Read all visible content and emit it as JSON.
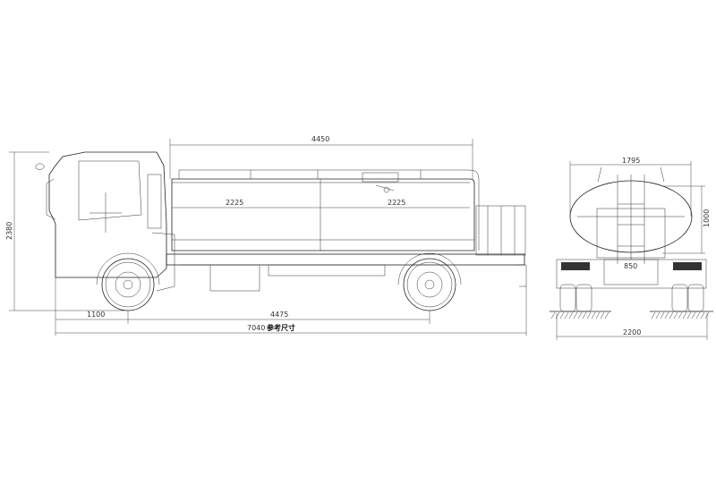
{
  "side_view": {
    "dimensions": {
      "overall_height": "2380",
      "tank_length": "4450",
      "tank_half_front": "2225",
      "tank_half_rear": "2225",
      "front_overhang": "1100",
      "wheelbase": "4475",
      "overall_length": "7040",
      "overall_length_note": "参考尺寸"
    }
  },
  "rear_view": {
    "dimensions": {
      "tank_width": "1795",
      "tank_height": "1000",
      "frame_width": "850",
      "overall_width": "2200"
    }
  }
}
